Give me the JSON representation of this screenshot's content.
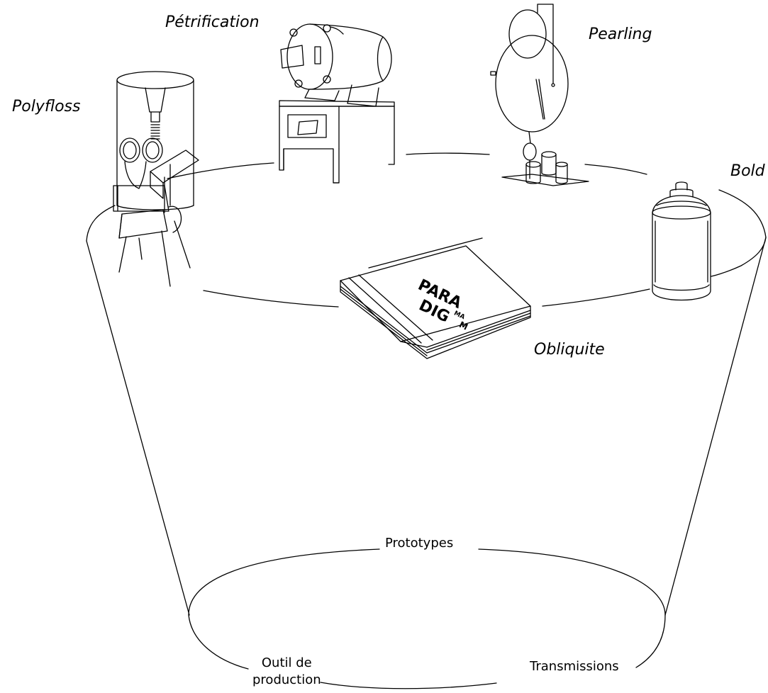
{
  "top_items": {
    "polyfloss": "Polyfloss",
    "petrification": "Pétrification",
    "pearling": "Pearling",
    "bold": "Bold",
    "obliquite": "Obliquite"
  },
  "bottom_items": {
    "prototypes": "Prototypes",
    "outil_line1": "Outil de",
    "outil_line2": "production",
    "transmissions": "Transmissions"
  },
  "book_cover": {
    "line1": "PARA",
    "line2": "DIG",
    "line2_super": "MA",
    "line2_sub": "M"
  },
  "colors": {
    "ink": "#000000",
    "background": "#ffffff"
  }
}
